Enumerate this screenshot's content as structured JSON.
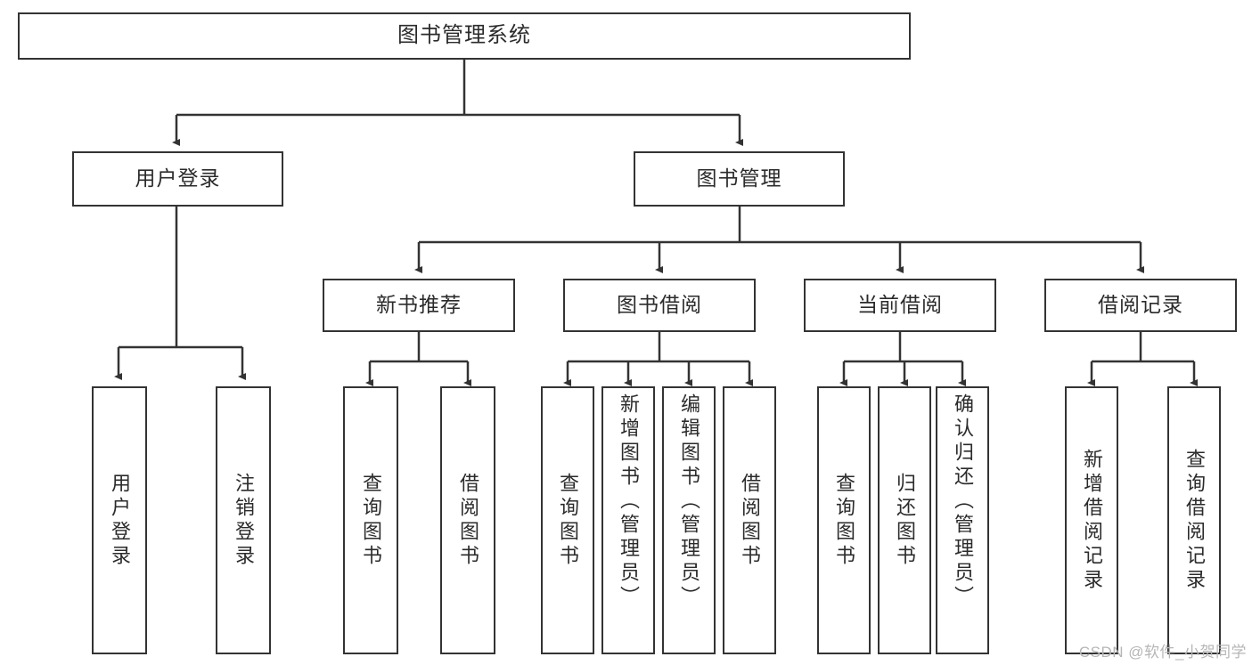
{
  "diagram": {
    "title": "图书管理系统",
    "type": "hierarchy-tree",
    "watermark": "CSDN @软件_小贺同学",
    "colors": {
      "stroke": "#333333",
      "background": "#ffffff",
      "text": "#2b2b2b",
      "watermark": "#b6b6b6"
    },
    "nodes": {
      "root": "图书管理系统",
      "level2": {
        "user_login": "用户登录",
        "book_manage": "图书管理"
      },
      "level3": {
        "new_book_recommend": "新书推荐",
        "book_borrow": "图书借阅",
        "current_borrow": "当前借阅",
        "borrow_record": "借阅记录"
      },
      "leaves": {
        "user_login_1": "用户登录",
        "user_login_2": "注销登录",
        "recommend_1": "查询图书",
        "recommend_2": "借阅图书",
        "borrow_1": "查询图书",
        "borrow_2": "新增图书（管理员）",
        "borrow_3": "编辑图书（管理员）",
        "borrow_4": "借阅图书",
        "current_1": "查询图书",
        "current_2": "归还图书",
        "current_3": "确认归还（管理员）",
        "record_1": "新增借阅记录",
        "record_2": "查询借阅记录"
      }
    }
  }
}
